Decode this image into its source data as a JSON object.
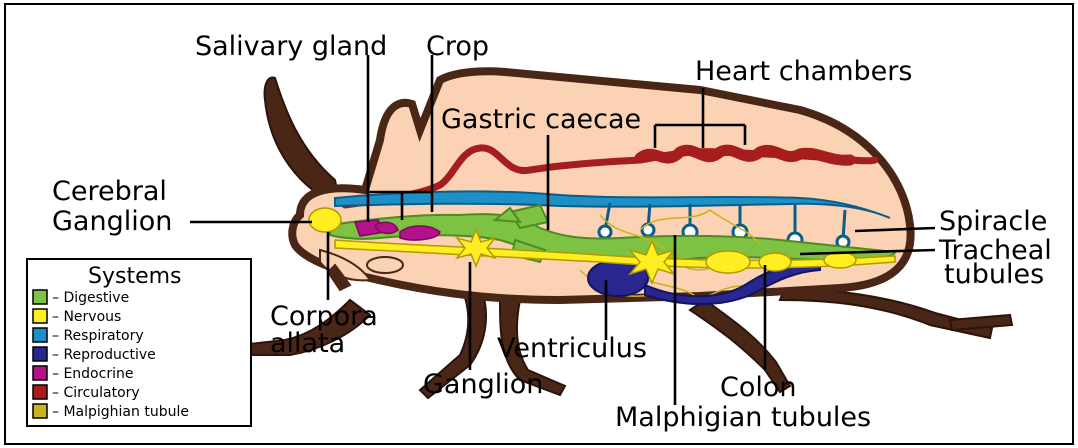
{
  "labels": {
    "salivary_gland": "Salivary gland",
    "crop": "Crop",
    "heart_chambers": "Heart chambers",
    "gastric_caecae": "Gastric caecae",
    "cerebral": "Cerebral",
    "ganglion_top": "Ganglion",
    "spiracle": "Spiracle",
    "tracheal_1": "Tracheal",
    "tracheal_2": "tubules",
    "corpora": "Corpora",
    "allata": "allata",
    "ventriculus": "Ventriculus",
    "ganglion": "Ganglion",
    "colon": "Colon",
    "malphigian_tubules": "Malphigian tubules"
  },
  "legend": {
    "title": "Systems",
    "items": [
      {
        "label": "– Digestive",
        "color": "#7dc242"
      },
      {
        "label": "– Nervous",
        "color": "#ffee22"
      },
      {
        "label": "– Respiratory",
        "color": "#1e90c8"
      },
      {
        "label": "– Reproductive",
        "color": "#27278f"
      },
      {
        "label": "– Endocrine",
        "color": "#b4128c"
      },
      {
        "label": "– Circulatory",
        "color": "#a51d1d"
      },
      {
        "label": "– Malpighian tubule",
        "color": "#c8b41e"
      }
    ]
  },
  "colors": {
    "body": "#fbd2b4",
    "outline": "#4a2616",
    "digestive": "#7dc242",
    "nervous": "#ffee22",
    "respiratory": "#1e90c8",
    "reproductive": "#27278f",
    "endocrine": "#b4128c",
    "circulatory": "#a51d1d",
    "malpighian": "#c8b41e"
  }
}
